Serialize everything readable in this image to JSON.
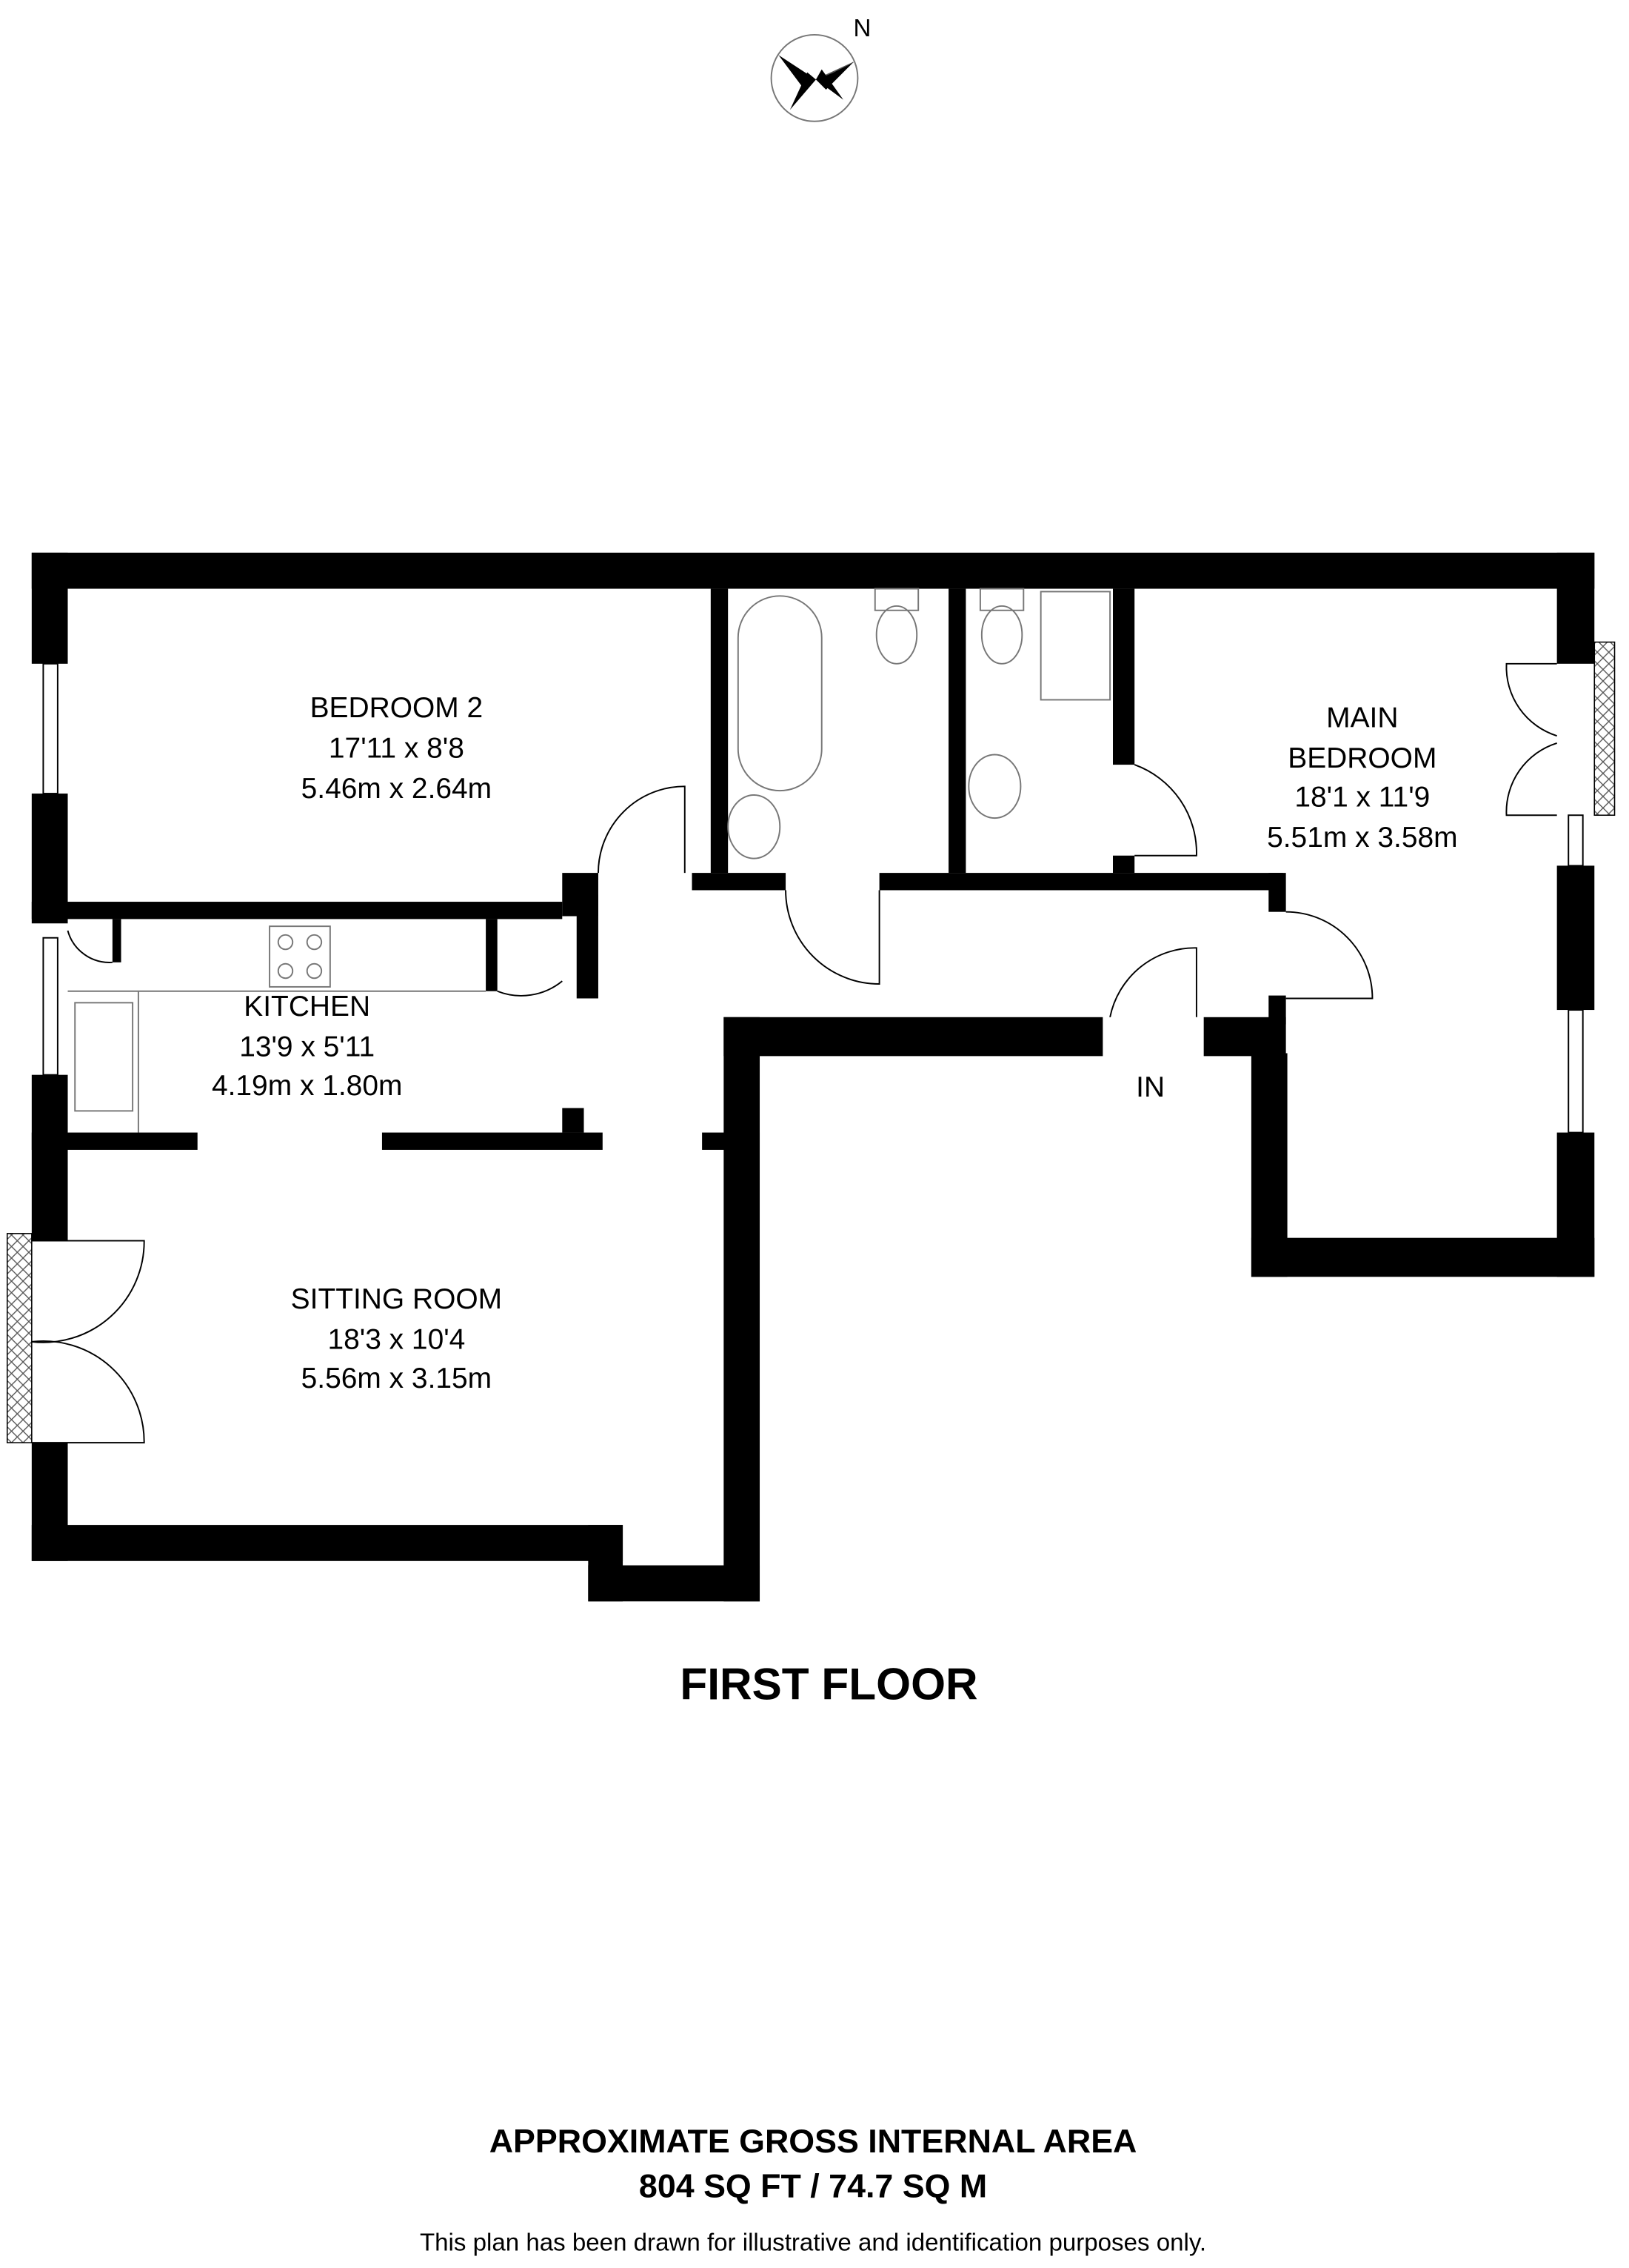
{
  "compass": {
    "label": "N",
    "icon": "north-compass-icon"
  },
  "rooms": [
    {
      "name": "BEDROOM 2",
      "imperial": "17'11 x 8'8",
      "metric": "5.46m x 2.64m"
    },
    {
      "name": "KITCHEN",
      "imperial": "13'9 x 5'11",
      "metric": "4.19m x 1.80m"
    },
    {
      "name": "SITTING ROOM",
      "imperial": "18'3 x 10'4",
      "metric": "5.56m x 3.15m"
    },
    {
      "name_line1": "MAIN",
      "name_line2": "BEDROOM",
      "imperial": "18'1 x 11'9",
      "metric": "5.51m x 3.58m"
    }
  ],
  "entrance_label": "IN",
  "floor_title": "FIRST FLOOR",
  "area": {
    "heading": "APPROXIMATE GROSS INTERNAL AREA",
    "value": "804 SQ FT / 74.7 SQ M"
  },
  "disclaimer": "This plan has been drawn for illustrative and identification purposes only."
}
